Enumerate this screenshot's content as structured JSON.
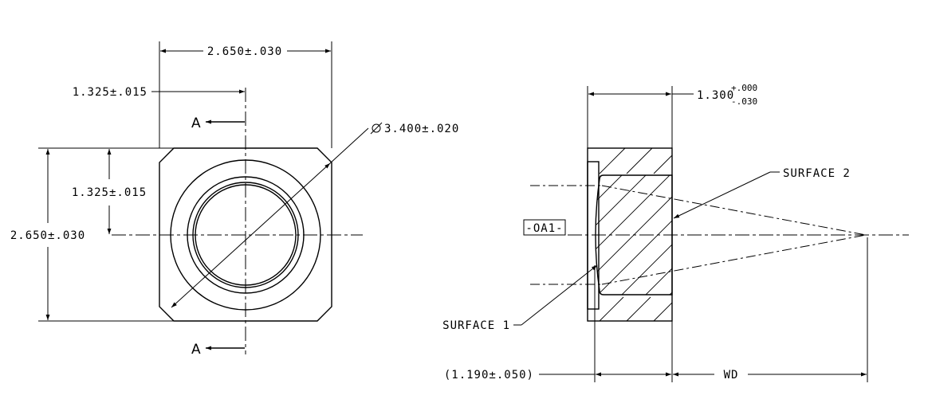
{
  "front_view": {
    "width_dim": "2.650±.030",
    "half_width_dim": "1.325±.015",
    "half_height_dim": "1.325±.015",
    "height_dim": "2.650±.030",
    "diameter_dim": "3.400±.020",
    "section_label_top": "A",
    "section_label_bottom": "A"
  },
  "side_view": {
    "thickness_base": "1.300",
    "thickness_tol_plus": "+.000",
    "thickness_tol_minus": "-.030",
    "axis_label": "-OA1-",
    "surface1": "SURFACE 1",
    "surface2": "SURFACE 2",
    "bfl_dim": "(1.190±.050)",
    "wd_label": "WD"
  }
}
